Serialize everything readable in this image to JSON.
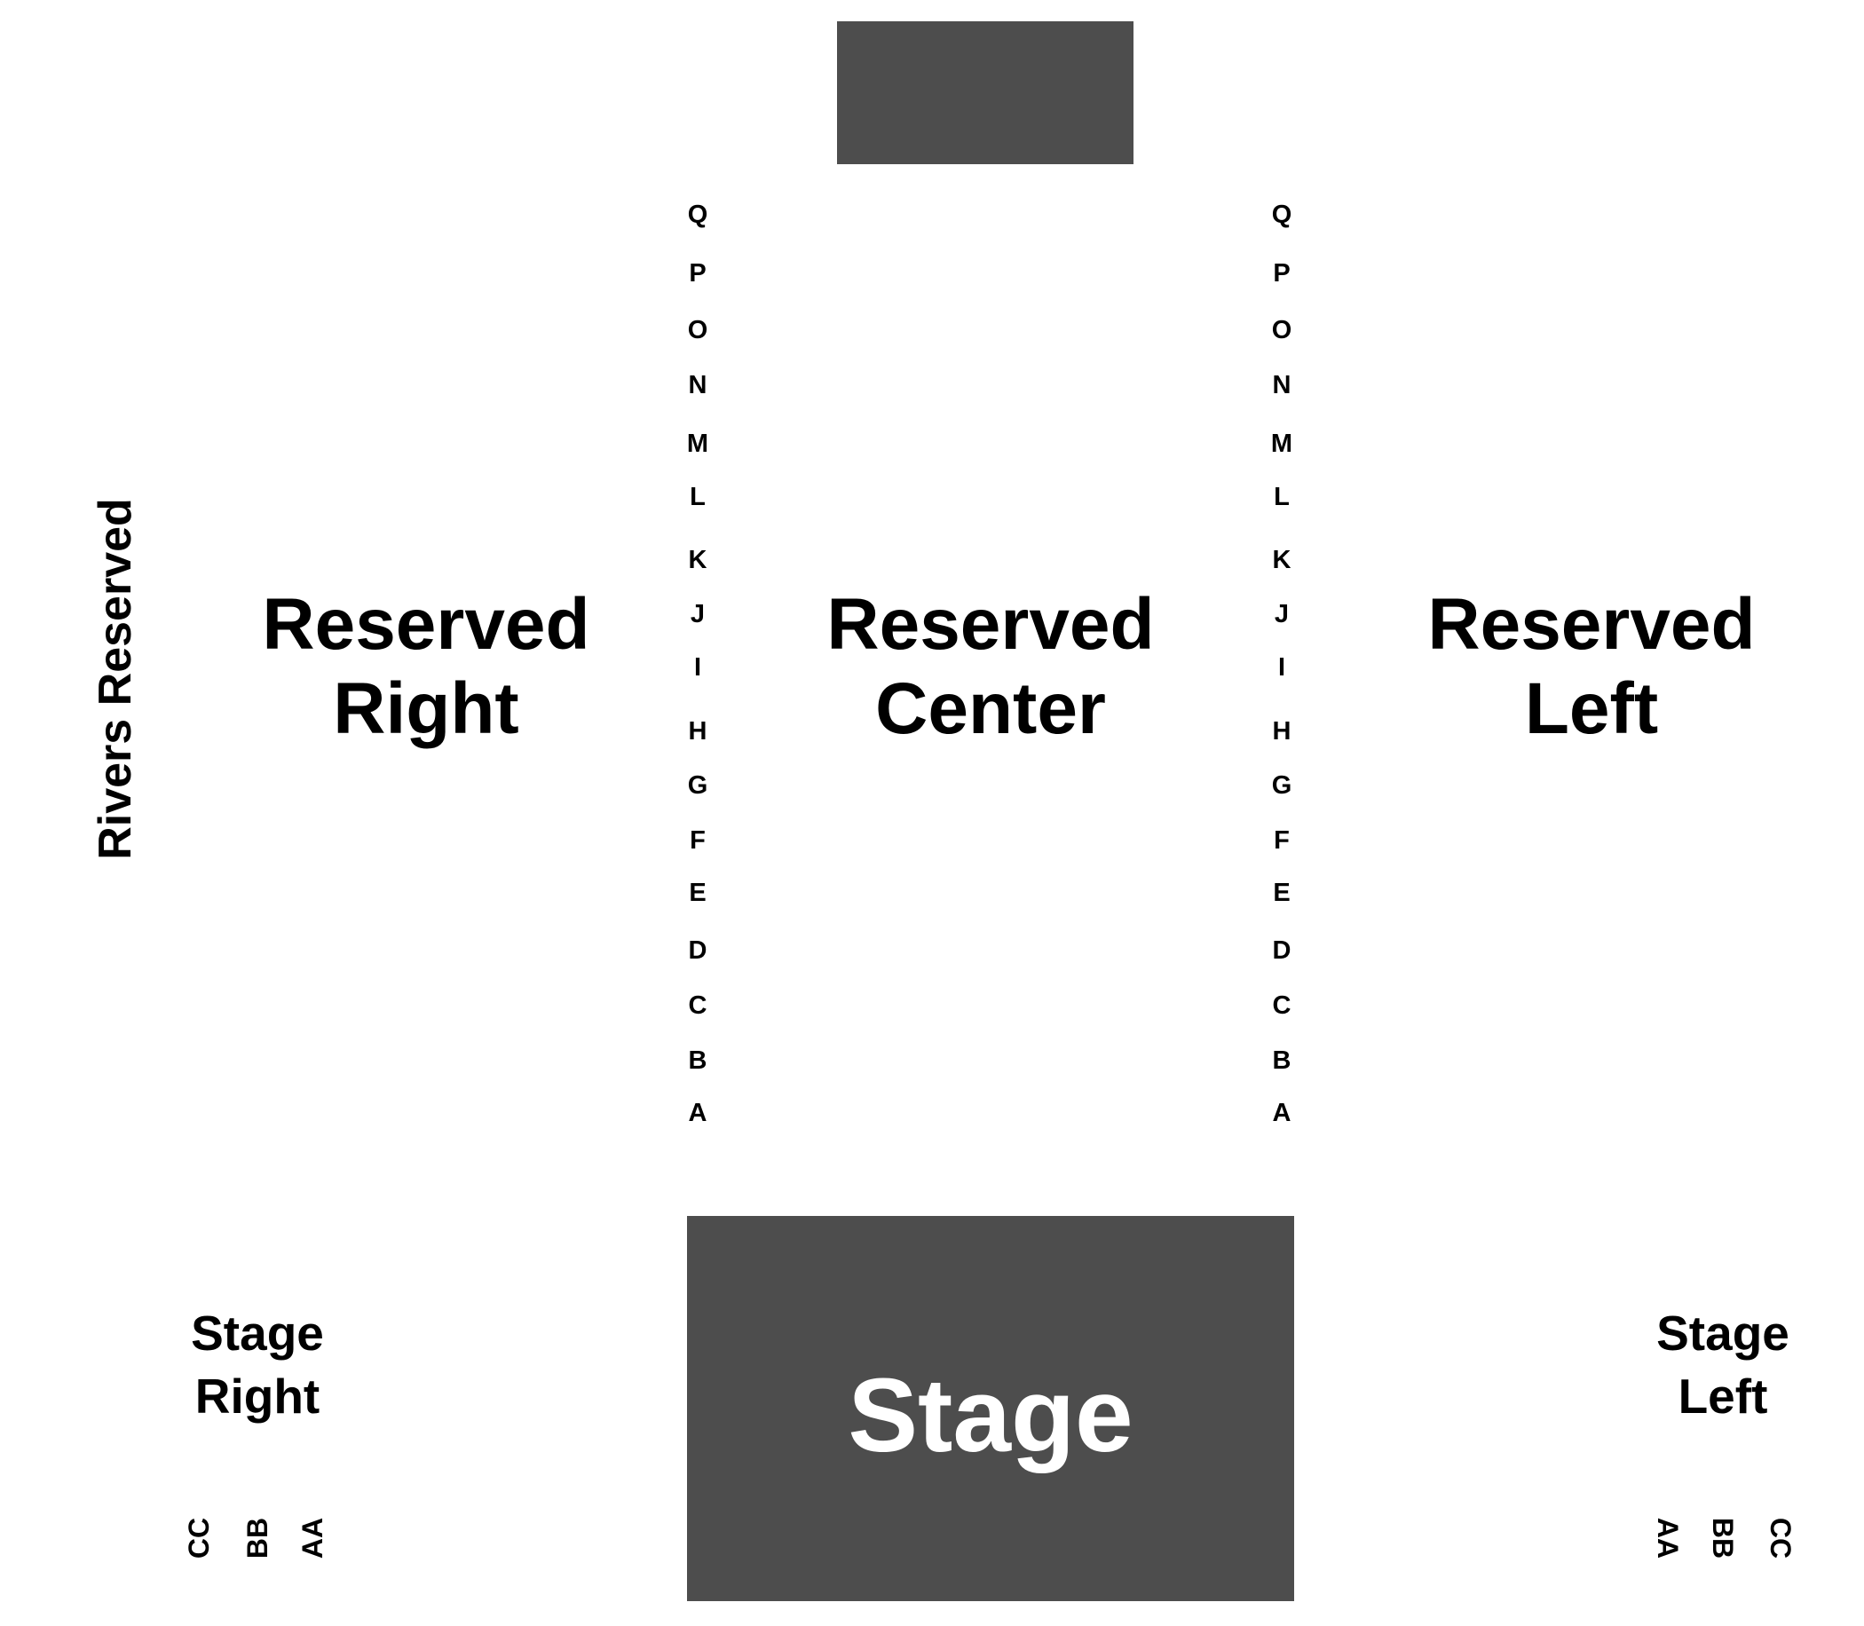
{
  "colors": {
    "block_fill": "#4d4d4d",
    "stage_text": "#ffffff",
    "text": "#000000",
    "background": "#ffffff"
  },
  "sections": {
    "rivers_reserved": "Rivers Reserved",
    "reserved_right": [
      "Reserved",
      "Right"
    ],
    "reserved_center": [
      "Reserved",
      "Center"
    ],
    "reserved_left": [
      "Reserved",
      "Left"
    ],
    "stage_right": [
      "Stage",
      "Right"
    ],
    "stage_left": [
      "Stage",
      "Left"
    ],
    "stage": "Stage"
  },
  "aisle_rows": [
    "Q",
    "P",
    "O",
    "N",
    "M",
    "L",
    "K",
    "J",
    "I",
    "H",
    "G",
    "F",
    "E",
    "D",
    "C",
    "B",
    "A"
  ],
  "stage_right_rows": [
    "CC",
    "BB",
    "AA"
  ],
  "stage_left_rows": [
    "AA",
    "BB",
    "CC"
  ]
}
